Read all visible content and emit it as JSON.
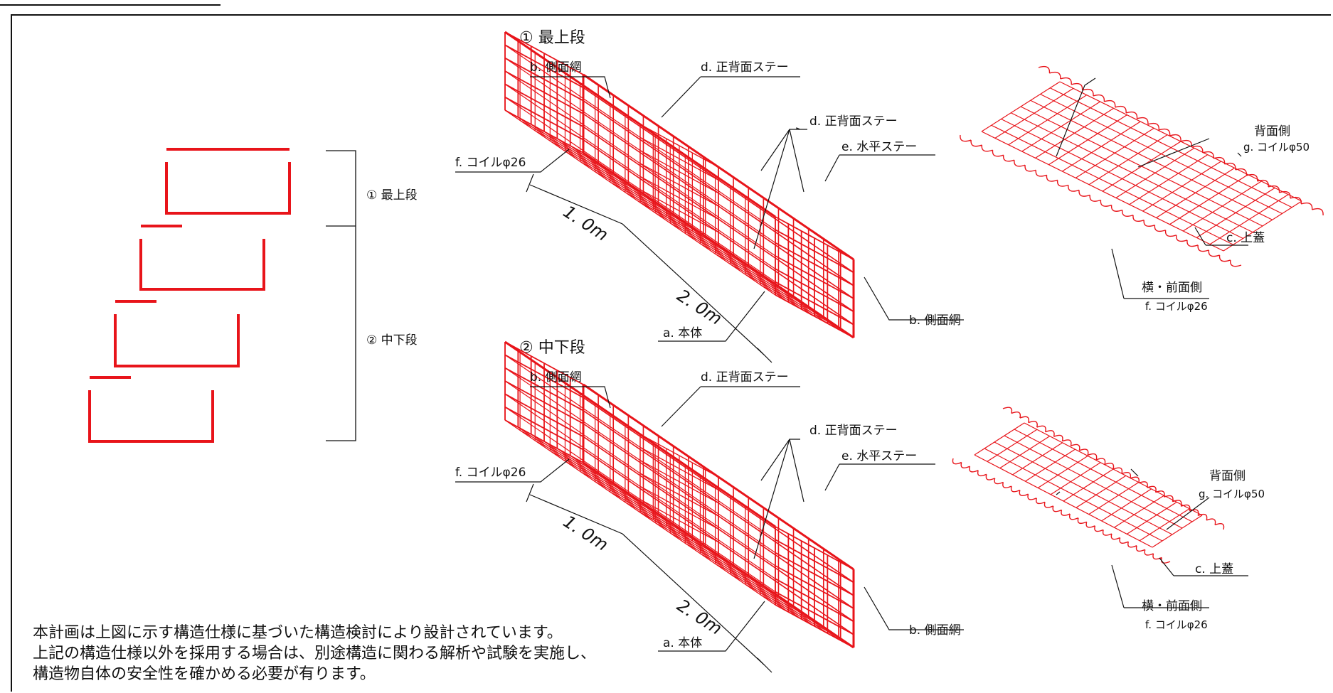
{
  "colors": {
    "wire": "#e8141a",
    "ink": "#111111"
  },
  "legend": {
    "tier1": "① 最上段",
    "tier2": "② 中下段"
  },
  "section1": {
    "title": "① 最上段",
    "b_side_net": "b. 側面網",
    "d_stay_top": "d. 正背面ステー",
    "d_stay_mid": "d. 正背面ステー",
    "e_horizontal_stay": "e. 水平ステー",
    "f_coil": "f. コイルφ26",
    "dim_width": "1. 0m",
    "dim_length": "2. 0m",
    "a_body": "a. 本体",
    "b_side_net_right": "b. 側面網",
    "lid_back_side": "背面側",
    "lid_g_coil": "g. コイルφ50",
    "lid_c_top": "c. 上蓋",
    "lid_side_front": "横・前面側",
    "lid_f_coil": "f. コイルφ26"
  },
  "section2": {
    "title": "② 中下段",
    "b_side_net": "b. 側面網",
    "d_stay_top": "d. 正背面ステー",
    "d_stay_mid": "d. 正背面ステー",
    "e_horizontal_stay": "e. 水平ステー",
    "f_coil": "f. コイルφ26",
    "dim_width": "1. 0m",
    "dim_length": "2. 0m",
    "a_body": "a. 本体",
    "b_side_net_right": "b. 側面網",
    "lid_back_side": "背面側",
    "lid_g_coil": "g. コイルφ50",
    "lid_c_top": "c. 上蓋",
    "lid_side_front": "横・前面側",
    "lid_f_coil": "f. コイルφ26"
  },
  "note": {
    "line1": "本計画は上図に示す構造仕様に基づいた構造検討により設計されています。",
    "line2": "上記の構造仕様以外を採用する場合は、別途構造に関わる解析や試験を実施し、",
    "line3": "構造物自体の安全性を確かめる必要が有ります。"
  }
}
